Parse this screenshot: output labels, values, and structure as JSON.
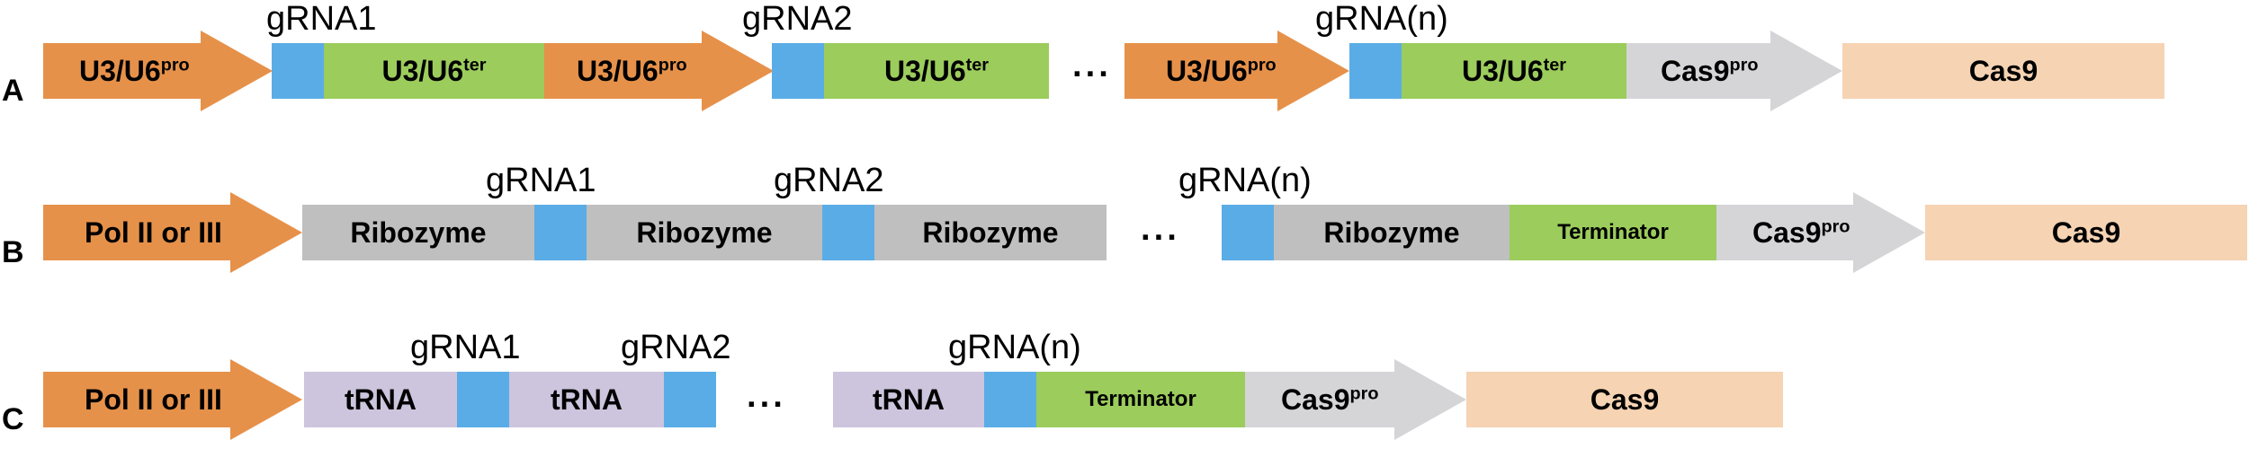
{
  "rows": {
    "A": {
      "label": "A",
      "promoter_main": "U3/U6",
      "promoter_sup": "pro",
      "terminator_main": "U3/U6",
      "terminator_sup": "ter",
      "grna_labels": [
        "gRNA1",
        "gRNA2",
        "gRNA(n)"
      ],
      "ellipsis": "···",
      "cas9_promoter_main": "Cas9",
      "cas9_promoter_sup": "pro",
      "cas9": "Cas9"
    },
    "B": {
      "label": "B",
      "promoter": "Pol II or III",
      "ribozyme": "Ribozyme",
      "terminator": "Terminator",
      "grna_labels": [
        "gRNA1",
        "gRNA2",
        "gRNA(n)"
      ],
      "ellipsis": "···",
      "cas9_promoter_main": "Cas9",
      "cas9_promoter_sup": "pro",
      "cas9": "Cas9"
    },
    "C": {
      "label": "C",
      "promoter": "Pol II or III",
      "trna": "tRNA",
      "terminator": "Terminator",
      "grna_labels": [
        "gRNA1",
        "gRNA2",
        "gRNA(n)"
      ],
      "ellipsis": "···",
      "cas9_promoter_main": "Cas9",
      "cas9_promoter_sup": "pro",
      "cas9": "Cas9"
    }
  },
  "colors": {
    "promoter": "#e6914a",
    "grna_spacer": "#5aace6",
    "terminator": "#9ccc5c",
    "ribozyme": "#bfbfbf",
    "trna": "#cdc4dd",
    "cas9_promoter": "#d5d5d8",
    "cas9": "#f5d3b3"
  }
}
